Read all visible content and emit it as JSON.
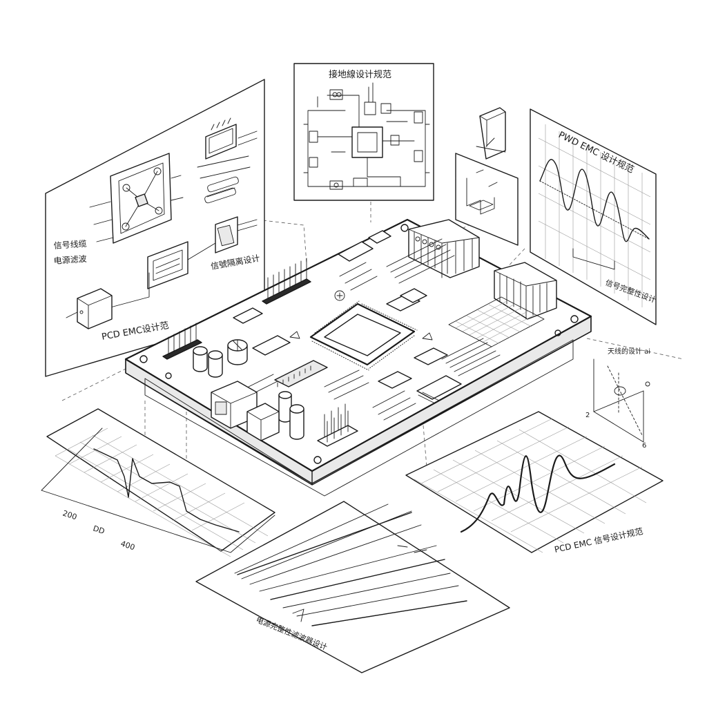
{
  "labels": {
    "ground_panel_title": "接地線设计规范",
    "left_panel_title": "PCD EMC设计范",
    "left_panel_note_1": "信号线缆",
    "left_panel_note_2": "电源滤波",
    "left_panel_block_label": "信號隔离设计",
    "right_panel_title": "PWD EMC 设计规范",
    "right_panel_note": "信号完整性设计",
    "right_axis_title": "天线的设计 ai",
    "bottom_right_title": "PCD EMC 信号设计规范",
    "bottom_center_title": "电源完整性滤波器设计",
    "left_chart_tick_1": "200",
    "left_chart_tick_2": "DD",
    "left_chart_tick_3": "400",
    "right_axis_tick_1": "2",
    "right_axis_tick_2": "6"
  },
  "colors": {
    "ink": "#1a1a1a",
    "grid": "#9a9a9a",
    "board": "#ffffff",
    "chip": "#e9e9e9"
  }
}
